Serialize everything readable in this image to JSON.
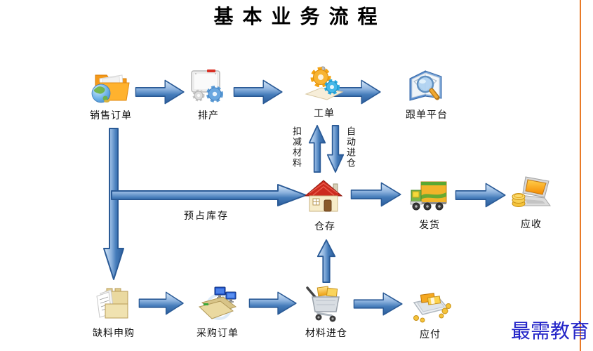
{
  "title": "基 本 业 务 流 程",
  "nodes": {
    "sales_order": {
      "label": "销售订单",
      "icon": "globe-folder-icon"
    },
    "scheduling": {
      "label": "排产",
      "icon": "board-gears-icon"
    },
    "work_order": {
      "label": "工单",
      "icon": "gears-paper-icon"
    },
    "tracking": {
      "label": "跟单平台",
      "icon": "book-magnifier-icon"
    },
    "warehouse": {
      "label": "仓存",
      "icon": "house-icon"
    },
    "shipping": {
      "label": "发货",
      "icon": "truck-icon"
    },
    "receivable": {
      "label": "应收",
      "icon": "laptop-coins-icon"
    },
    "shortage": {
      "label": "缺料申购",
      "icon": "folder-receipts-icon"
    },
    "purchase": {
      "label": "采购订单",
      "icon": "folder-computers-icon"
    },
    "material_in": {
      "label": "材料进仓",
      "icon": "cart-gold-icon"
    },
    "payable": {
      "label": "应付",
      "icon": "money-tray-icon"
    }
  },
  "edge_labels": {
    "deduct_material": "扣减材料",
    "auto_inbound": "自动进仓",
    "reserve_stock": "预占库存"
  },
  "edges": [
    {
      "from": "sales_order",
      "to": "scheduling"
    },
    {
      "from": "scheduling",
      "to": "work_order"
    },
    {
      "from": "work_order",
      "to": "tracking"
    },
    {
      "from": "warehouse",
      "to": "work_order",
      "label": "扣减材料"
    },
    {
      "from": "work_order",
      "to": "warehouse",
      "label": "自动进仓"
    },
    {
      "from": "sales_order",
      "to": "shortage"
    },
    {
      "from": "sales_order",
      "to": "warehouse",
      "label": "预占库存"
    },
    {
      "from": "warehouse",
      "to": "shipping"
    },
    {
      "from": "shipping",
      "to": "receivable"
    },
    {
      "from": "shortage",
      "to": "purchase"
    },
    {
      "from": "purchase",
      "to": "material_in"
    },
    {
      "from": "material_in",
      "to": "warehouse"
    },
    {
      "from": "material_in",
      "to": "payable"
    }
  ],
  "watermark": "最需教育",
  "colors": {
    "arrow_blue": "#457cba",
    "arrow_border": "#2a5a96",
    "divider_orange": "#e87a28",
    "watermark_blue": "#2324c8",
    "title_black": "#000000"
  }
}
